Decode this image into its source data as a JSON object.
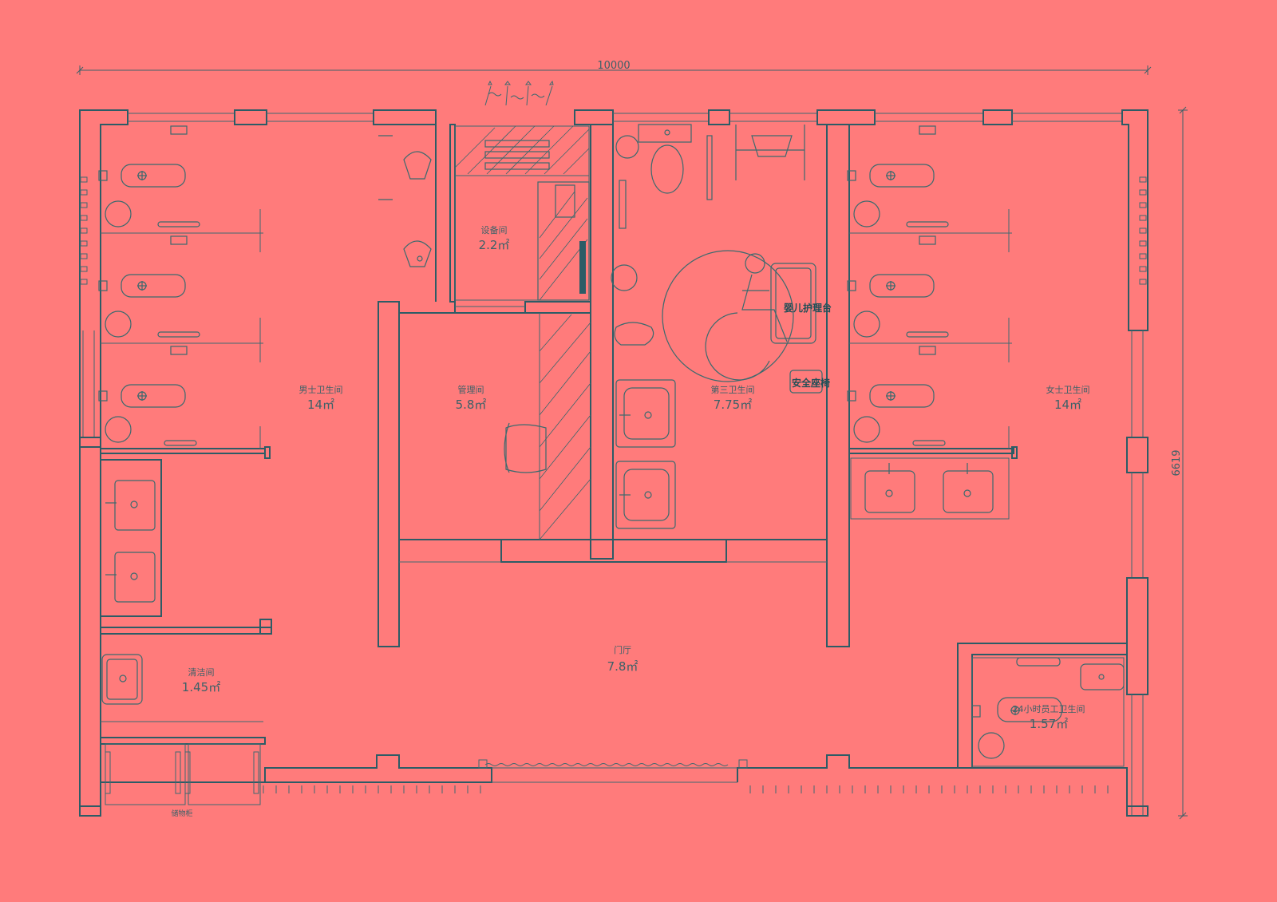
{
  "dimensions": {
    "width": "10000",
    "height": "6619"
  },
  "rooms": {
    "mens_toilet": {
      "name": "男士卫生间",
      "area": "14㎡"
    },
    "equipment": {
      "name": "设备间",
      "area": "2.2㎡"
    },
    "management": {
      "name": "管理间",
      "area": "5.8㎡"
    },
    "third_toilet": {
      "name": "第三卫生间",
      "area": "7.75㎡"
    },
    "womens_toilet": {
      "name": "女士卫生间",
      "area": "14㎡"
    },
    "mop_room": {
      "name": "清洁间",
      "area": "1.45㎡"
    },
    "lobby": {
      "name": "门厅",
      "area": "7.8㎡"
    },
    "staff_toilet": {
      "name": "24小时员工卫生间",
      "area": "1.57㎡"
    },
    "storage": {
      "name": "储物柜"
    }
  },
  "annotations": {
    "baby_changing": "婴儿护理台",
    "safety_seat": "安全座椅"
  },
  "colors": {
    "background": "#ff7b7b",
    "line": "#2c5c66"
  }
}
